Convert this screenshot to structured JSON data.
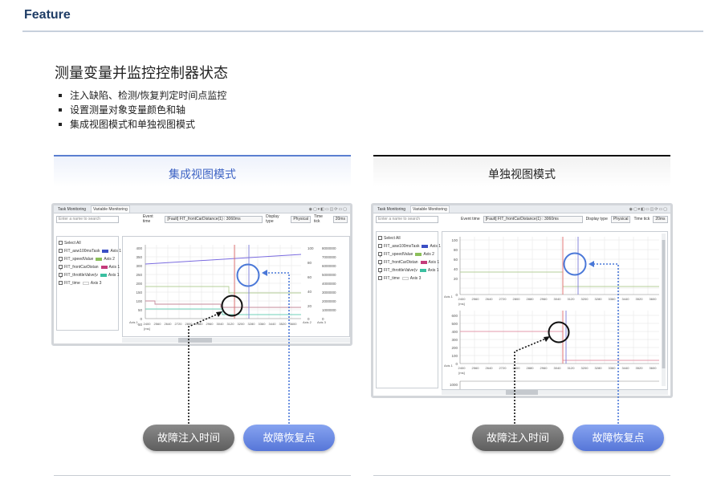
{
  "header": {
    "title": "Feature"
  },
  "main": {
    "title": "测量变量并监控控制器状态",
    "bullets": [
      "注入缺陷、检测/恢复判定时间点监控",
      "设置测量对象变量颜色和轴",
      "集成视图模式和单独视图模式"
    ]
  },
  "tabs": [
    {
      "label": "集成视图模式"
    },
    {
      "label": "单独视图模式"
    }
  ],
  "callouts": {
    "fault_inject": "故障注入时间",
    "fault_recover": "故障恢复点"
  },
  "app": {
    "tab_task": "Task Monitoring",
    "tab_variable": "Variable Monitoring",
    "search_placeholder": "Enter a name to search",
    "event_time_label": "Event time",
    "event_time_value": "[Fault] FIT_frontCarDistance(1) : 3060ms",
    "display_type_label": "Display type",
    "display_type_value": "Physical",
    "time_tick_label": "Time tick",
    "time_tick_value": "20ms",
    "select_all": "Select All",
    "variables": [
      {
        "name": "FIT_asw100msTask",
        "axis": "Axis 1",
        "checked": false,
        "color": "#3b4fc4"
      },
      {
        "name": "FIT_speedValue",
        "axis": "Axis 2",
        "checked": true,
        "color": "#8bbf5a"
      },
      {
        "name": "FIT_frontCarDistan",
        "axis": "Axis 1",
        "checked": true,
        "color": "#c43b7a"
      },
      {
        "name": "FIT_throttleValve(v",
        "axis": "Axis 1",
        "checked": true,
        "color": "#3bbfa0"
      },
      {
        "name": "FIT_time",
        "axis": "Axis 3",
        "checked": false,
        "color": "#ffffff"
      }
    ],
    "x_ticks": [
      "2400",
      "2560",
      "2640",
      "2720",
      "2800",
      "2880",
      "2960",
      "3040",
      "3120",
      "3200",
      "3280",
      "3360",
      "3440",
      "3520",
      "3600"
    ],
    "x_unit": "[ms]",
    "axis1_ticks": [
      "400",
      "350",
      "300",
      "250",
      "200",
      "150",
      "100",
      "50",
      "0",
      "-50"
    ],
    "axis2_ticks": [
      "100",
      "80",
      "60",
      "40",
      "20",
      "0"
    ],
    "axis3_ticks": [
      "8000000",
      "7000000",
      "6000000",
      "5000000",
      "4000000",
      "3000000",
      "2000000",
      "1000000",
      "0"
    ],
    "axis_names": [
      "Axis 1",
      "Axis 2",
      "Axis 3"
    ],
    "sep_ticks_a": [
      "100",
      "80",
      "60",
      "40",
      "20",
      "0"
    ],
    "sep_ticks_b": [
      "600",
      "500",
      "400",
      "300",
      "200",
      "100",
      "0"
    ],
    "sep_ticks_c": [
      "1000"
    ]
  }
}
